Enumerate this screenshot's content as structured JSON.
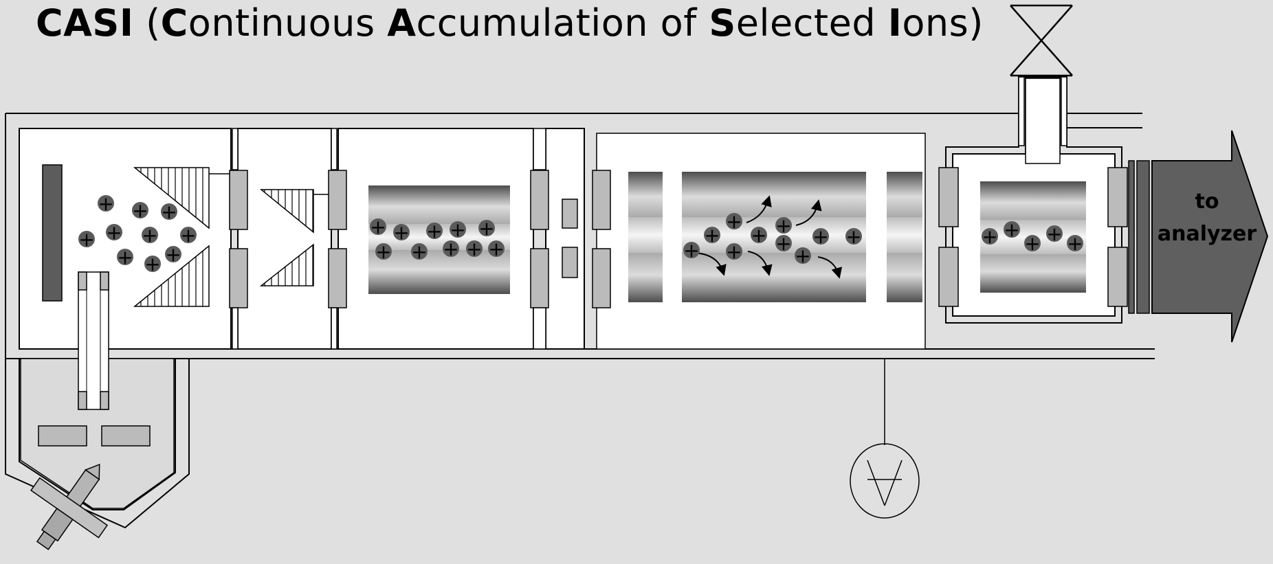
{
  "title": {
    "acronym": "CASI",
    "open_paren": "(",
    "w1_initial": "C",
    "w1_rest": "ontinuous ",
    "w2_initial": "A",
    "w2_rest": "ccumulation of ",
    "w3_initial": "S",
    "w3_rest": "elected ",
    "w4_initial": "I",
    "w4_rest": "ons",
    "close_paren": ")"
  },
  "arrow_label": {
    "line1": "to",
    "line2": "analyzer"
  },
  "ion_symbol": "+",
  "colors": {
    "background": "#e0e0e0",
    "chamber_fill": "#ffffff",
    "outline": "#000000",
    "electrode_fill": "#bbbbbb",
    "ion_fill": "#5a5a5a",
    "analyzer_arrow": "#5f5f5f"
  },
  "icons": {
    "valve": "bowtie-valve-icon",
    "gauge": "pressure-gauge-icon",
    "probe": "sample-probe-icon"
  }
}
